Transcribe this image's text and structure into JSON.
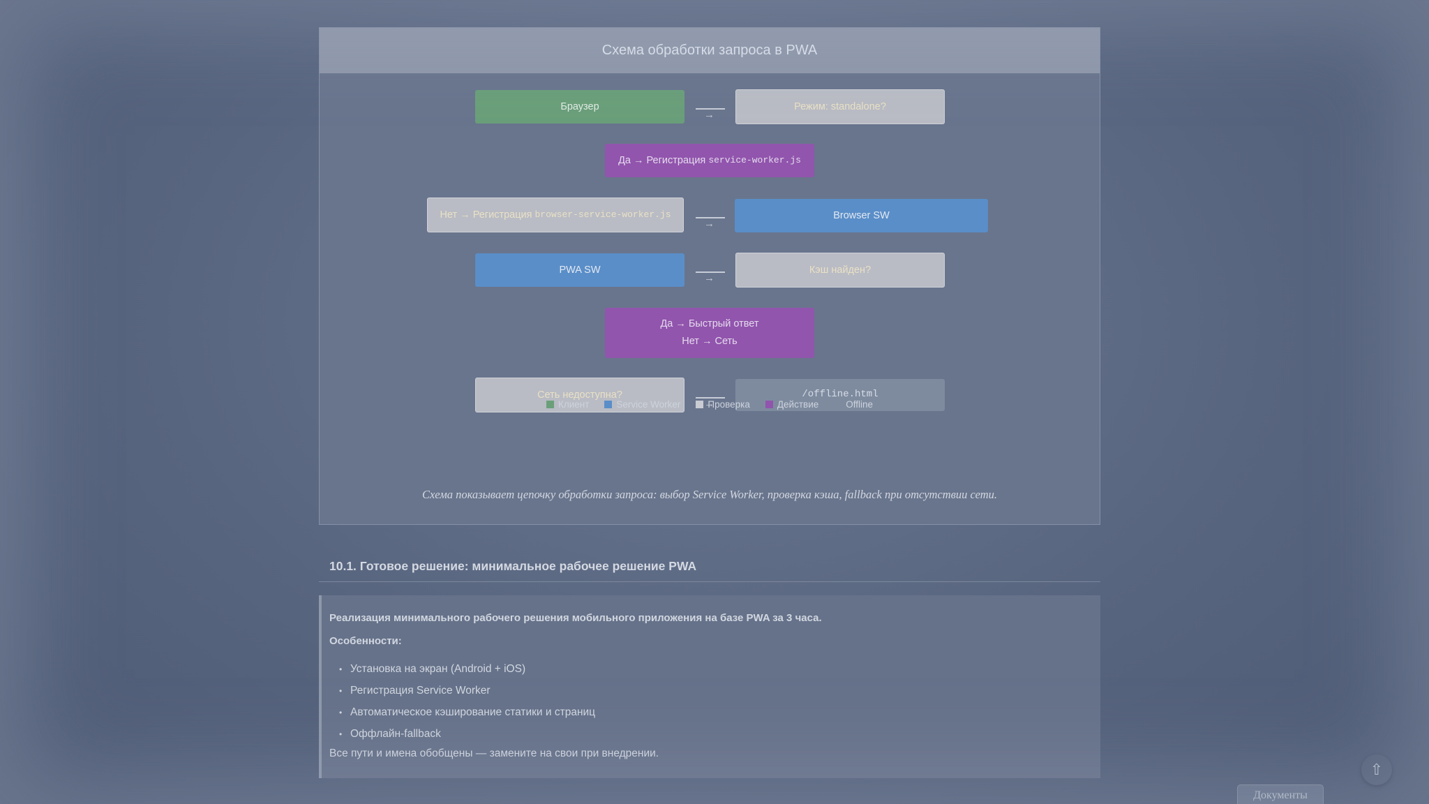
{
  "diagram": {
    "title": "Схема обработки запроса в PWA",
    "nodes": {
      "browser": "Браузер",
      "standalone_check": "Режим: standalone?",
      "yes_register_prefix": "Да → Регистрация ",
      "yes_register_file": "service-worker.js",
      "no_register_prefix": "Нет → Регистрация ",
      "no_register_file": "browser-service-worker.js",
      "browser_sw": "Browser SW",
      "pwa_sw": "PWA SW",
      "cache_found": "Кэш найден?",
      "fast_response": "Да → Быстрый ответ",
      "network": "Нет → Сеть",
      "network_unavailable": "Сеть недоступна?",
      "offline_page": "/offline.html"
    },
    "connector_glyph": "→",
    "legend": [
      {
        "label": "Клиент",
        "color": "#6a9f7a"
      },
      {
        "label": "Service Worker",
        "color": "#5a8ec8"
      },
      {
        "label": "Проверка",
        "color": "#c9ccd3"
      },
      {
        "label": "Действие",
        "color": "#9155ad"
      },
      {
        "label": "Offline",
        "color": "#7e8b9f"
      }
    ],
    "caption": "Схема показывает цепочку обработки запроса: выбор Service Worker, проверка кэша, fallback при отсутствии сети."
  },
  "section": {
    "title": "10.1. Готовое решение: минимальное рабочее решение PWA",
    "lead": "Реализация минимального рабочего решения мобильного приложения на базе PWA за 3 часа.",
    "features_title": "Особенности:",
    "bullet": "•",
    "features": [
      "Установка на экран (Android + iOS)",
      "Регистрация Service Worker",
      "Автоматическое кэширование статики и страниц",
      "Оффлайн-fallback"
    ],
    "note": "Все пути и имена обобщены — замените на свои при внедрении."
  },
  "controls": {
    "scroll_top_icon": "arrow-up-icon",
    "scroll_top_glyph": "⇧",
    "docs_label": "Документы"
  }
}
